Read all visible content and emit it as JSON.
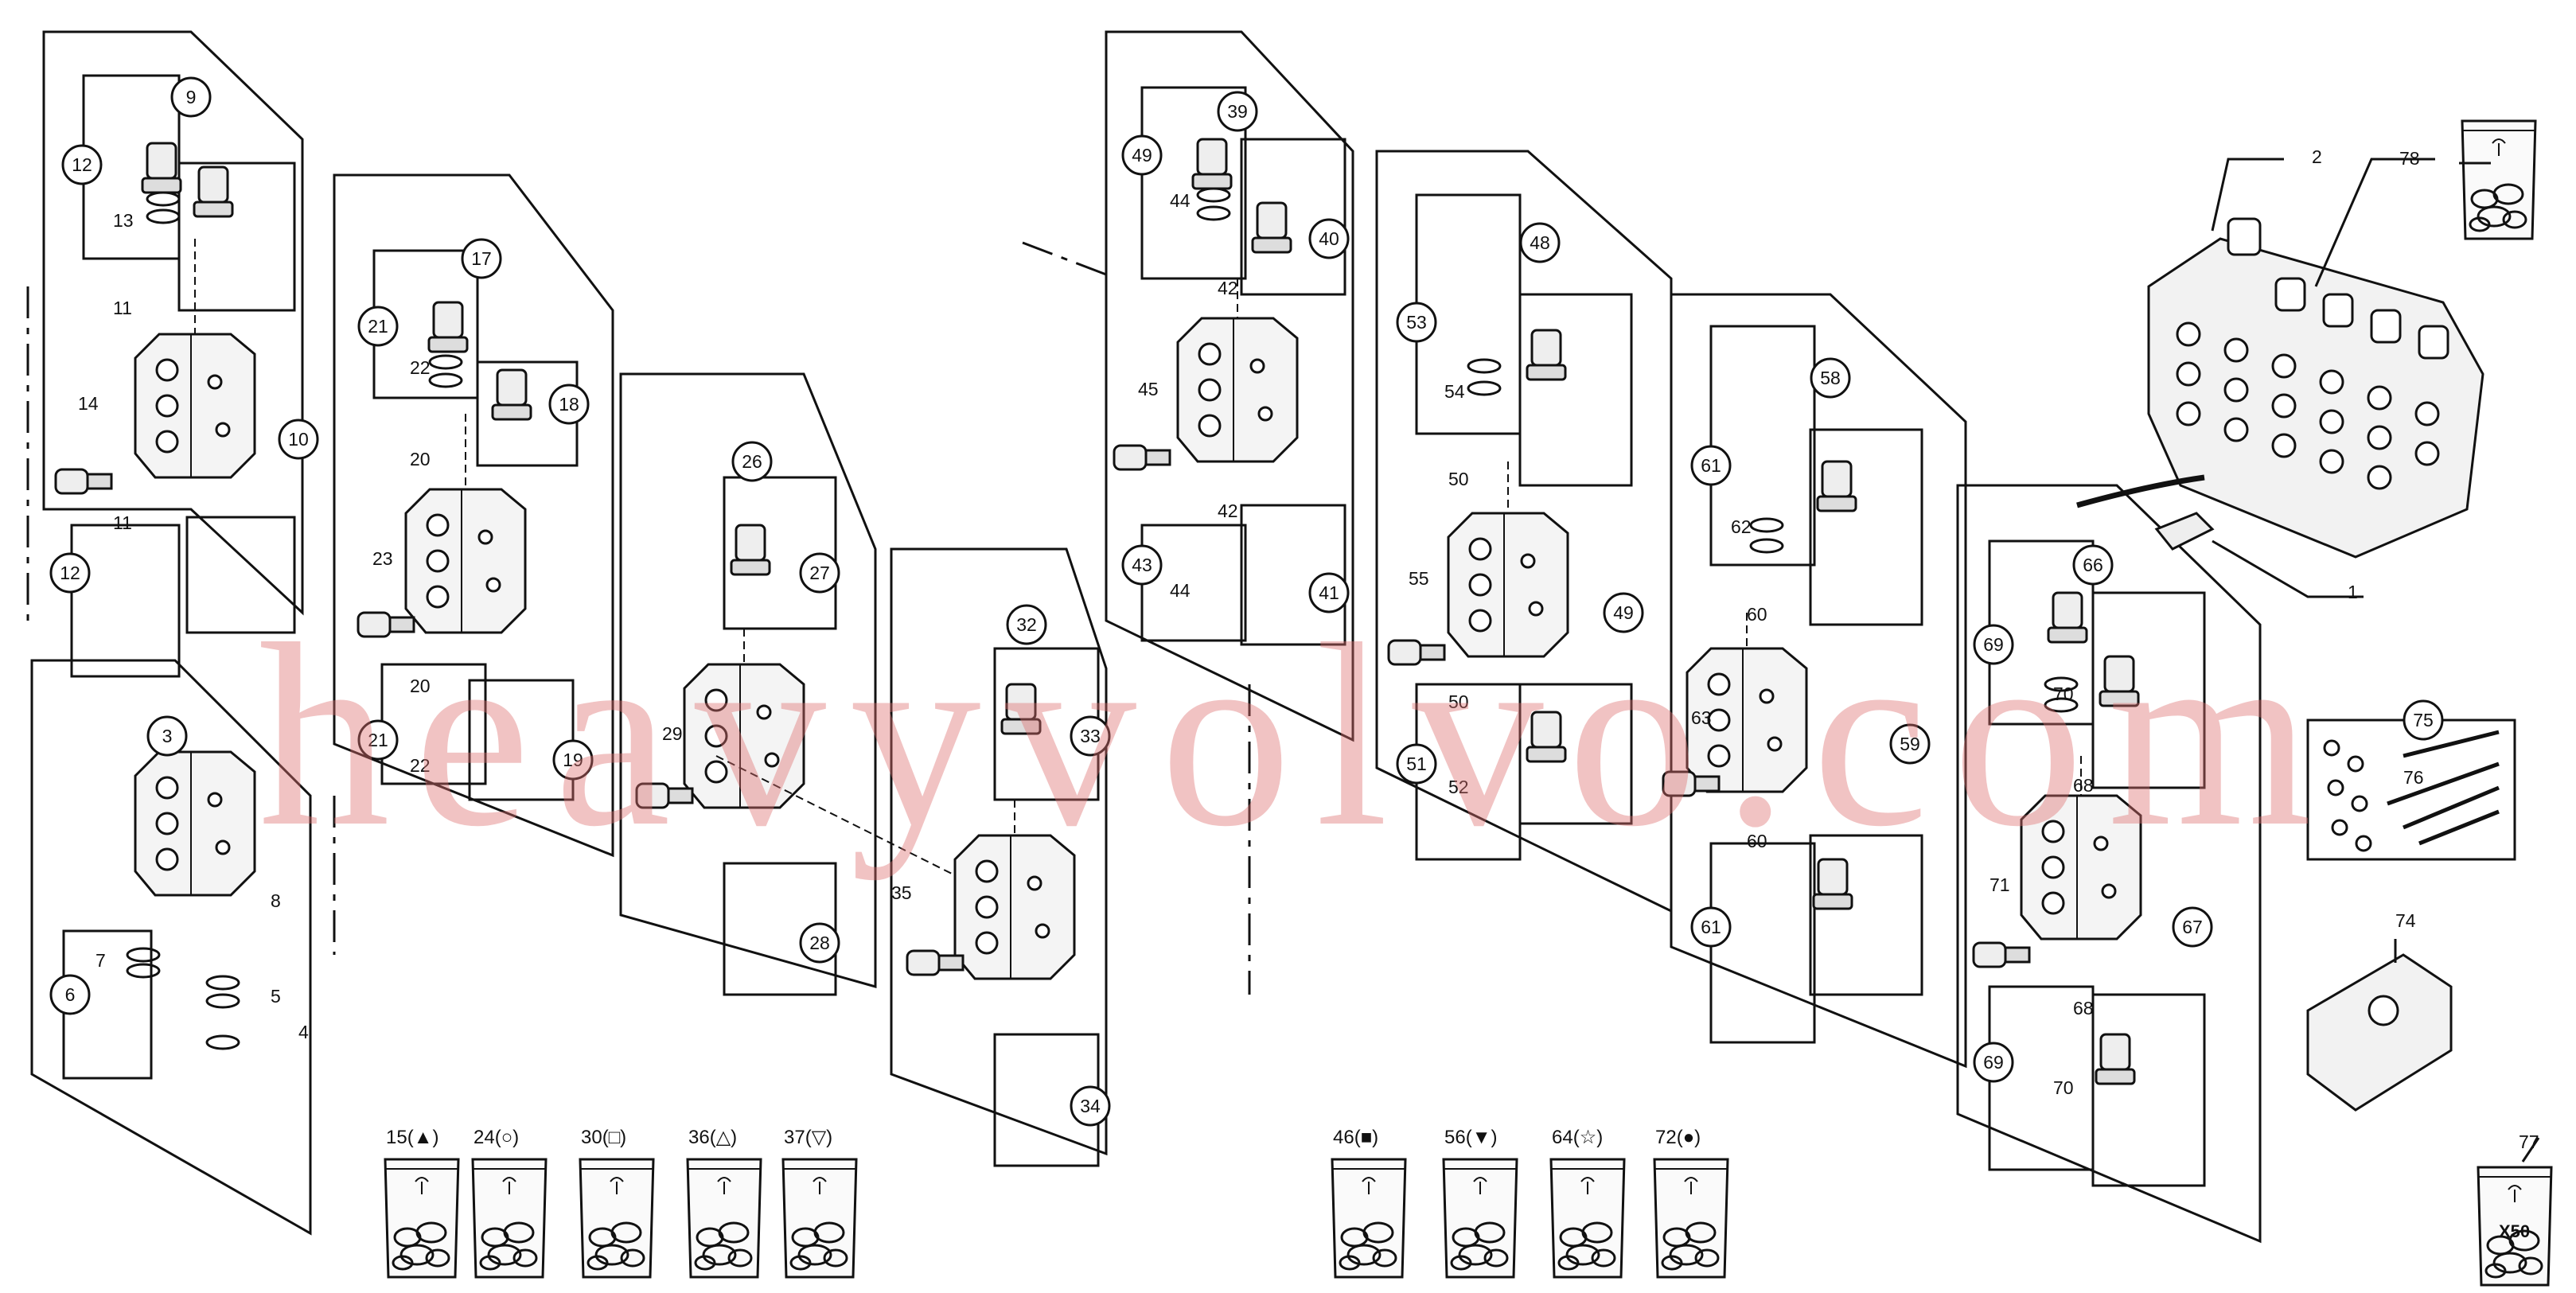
{
  "diagram": {
    "circle_callouts": [
      "9",
      "12",
      "12",
      "3",
      "6",
      "17",
      "21",
      "18",
      "21",
      "19",
      "26",
      "27",
      "28",
      "32",
      "33",
      "34",
      "39",
      "49",
      "40",
      "43",
      "41",
      "48",
      "53",
      "51",
      "49",
      "58",
      "61",
      "61",
      "59",
      "66",
      "69",
      "69",
      "67",
      "75",
      "10"
    ],
    "plain_callouts": [
      "13",
      "11",
      "11",
      "14",
      "7",
      "8",
      "5",
      "4",
      "22",
      "20",
      "23",
      "20",
      "22",
      "29",
      "35",
      "44",
      "42",
      "45",
      "42",
      "44",
      "54",
      "50",
      "55",
      "50",
      "52",
      "62",
      "60",
      "63",
      "60",
      "70",
      "68",
      "71",
      "68",
      "70",
      "76",
      "74",
      "2",
      "78",
      "1",
      "77"
    ],
    "kit_labels": [
      "15(▲)",
      "24(○)",
      "30(□)",
      "36(△)",
      "37(▽)",
      "46(■)",
      "56(▼)",
      "64(☆)",
      "72(●)"
    ],
    "kit_quantity": "X50",
    "colors": {
      "line": "#1a1a1a",
      "watermark": "#de7070",
      "background": "#ffffff"
    }
  },
  "watermark": "heavyvolvo.com"
}
